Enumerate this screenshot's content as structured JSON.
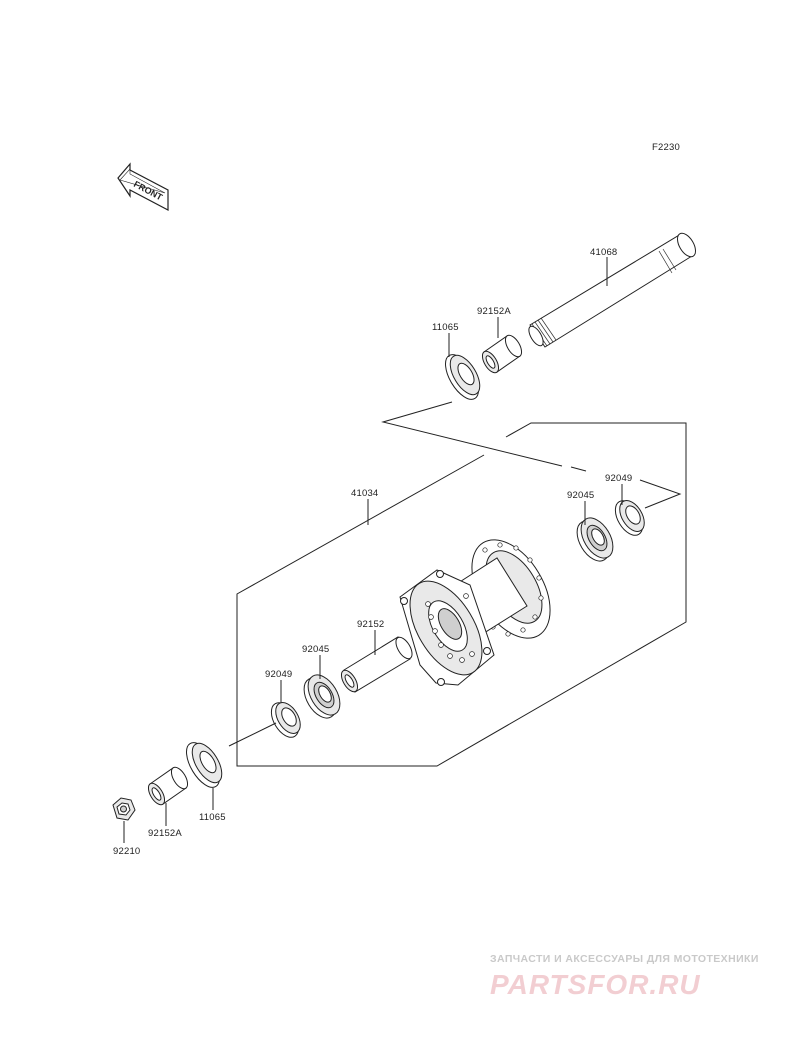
{
  "figure_code": "F2230",
  "front_arrow_text": "FRONT",
  "parts": [
    {
      "id": "axle",
      "number": "41068"
    },
    {
      "id": "seal-upper",
      "number": "11065"
    },
    {
      "id": "collar-upper",
      "number": "92152A"
    },
    {
      "id": "hub",
      "number": "41034"
    },
    {
      "id": "seal-ring-right",
      "number": "92049"
    },
    {
      "id": "bearing-right",
      "number": "92045"
    },
    {
      "id": "spacer",
      "number": "92152"
    },
    {
      "id": "bearing-left",
      "number": "92045"
    },
    {
      "id": "seal-ring-left",
      "number": "92049"
    },
    {
      "id": "seal-lower",
      "number": "11065"
    },
    {
      "id": "collar-lower",
      "number": "92152A"
    },
    {
      "id": "nut",
      "number": "92210"
    }
  ],
  "watermark": {
    "caption": "ЗАПЧАСТИ И АКСЕССУАРЫ ДЛЯ МОТОТЕХНИКИ",
    "logo": "PARTSFOR.RU",
    "logo_color": "#e8a7ae"
  }
}
